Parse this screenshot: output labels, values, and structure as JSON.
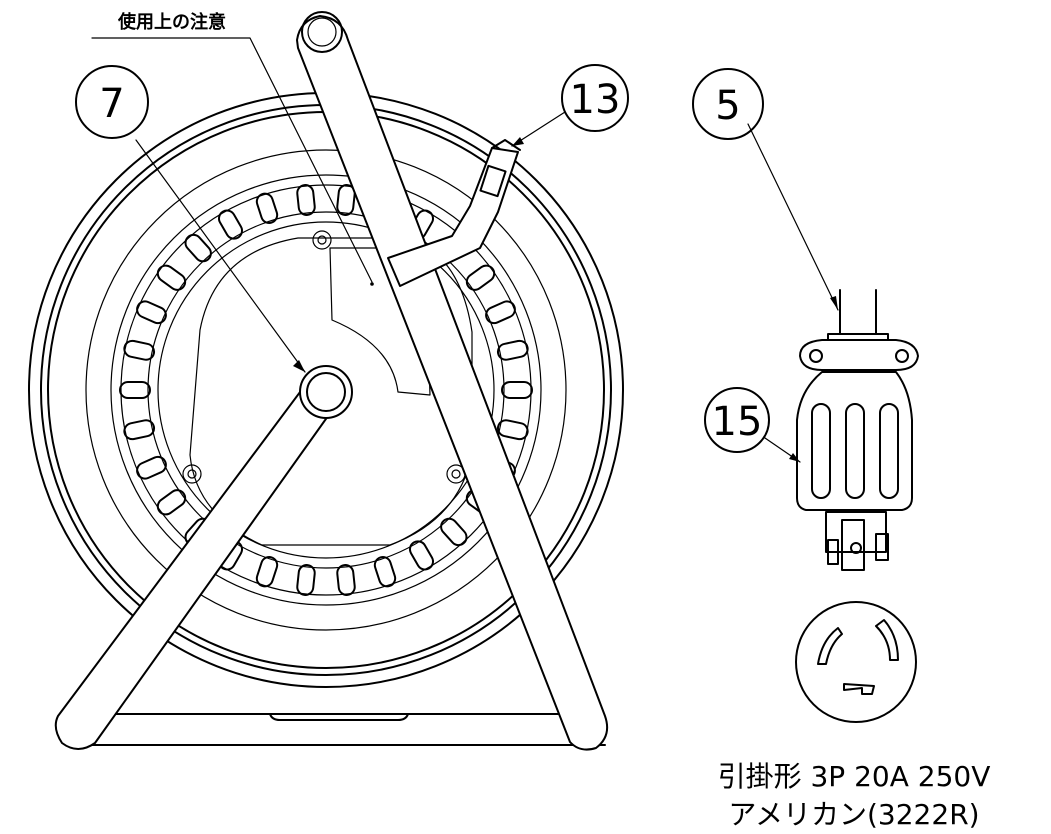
{
  "note": {
    "label": "使用上の注意"
  },
  "callouts": [
    {
      "id": "callout-7",
      "label": "7"
    },
    {
      "id": "callout-13",
      "label": "13"
    },
    {
      "id": "callout-5",
      "label": "5"
    },
    {
      "id": "callout-15",
      "label": "15"
    }
  ],
  "caption": {
    "line1": "引掛形 3P 20A 250V",
    "line2": "アメリカン(3222R)"
  }
}
